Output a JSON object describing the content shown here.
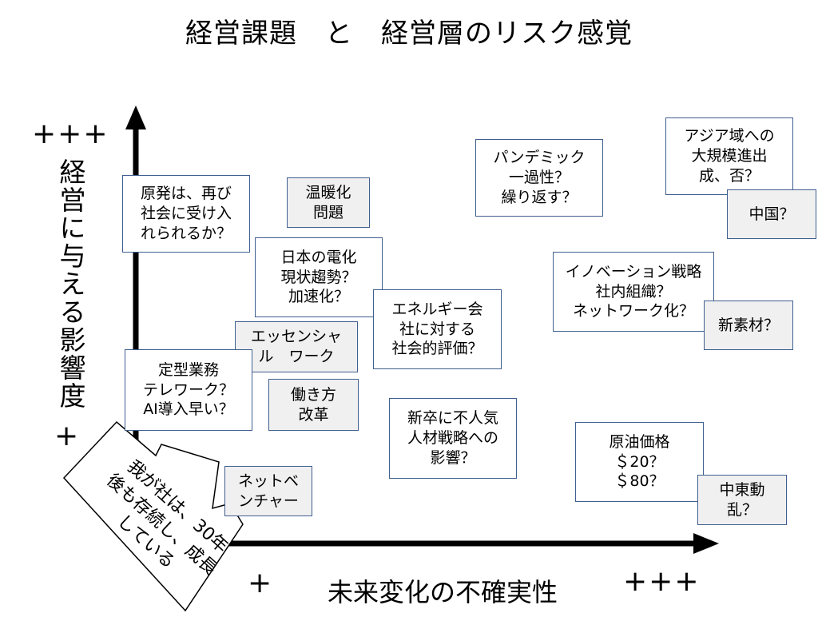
{
  "title": "経営課題　と　経営層のリスク感覚",
  "y_axis": {
    "label": "経営に与える影響度",
    "high": "+++",
    "low": "+"
  },
  "x_axis": {
    "label": "未来変化の不確実性",
    "low": "+",
    "high": "+++"
  },
  "callout": "我が社は、30年\n後も存続し、成長\nしている",
  "items": {
    "genpatsu": "原発は、再び\n社会に受け入\nれられるか？",
    "ondanka": "温暖化\n問題",
    "pandemic": "パンデミック\n一過性？\n繰り返す？",
    "asia": "アジア域への\n大規模進出\n成、否？",
    "china": "中国？",
    "denka": "日本の電化\n現状趨勢？\n加速化？",
    "innovation": "イノベーション戦略\n社内組織？\nネットワーク化？",
    "shinsozai": "新素材？",
    "energy": "エネルギー会\n社に対する\n社会的評価？",
    "essential": "エッセンシャ\nル　ワーク",
    "teikei": "定型業務\nテレワーク？\nAI導入早い？",
    "hatarakikata": "働き方\n改革",
    "shinsotsu": "新卒に不人気\n人材戦略への\n影響？",
    "genyu": "原油価格\n＄20？\n＄80？",
    "chuto": "中東動\n乱？",
    "venture": "ネットベ\nンチャー"
  }
}
